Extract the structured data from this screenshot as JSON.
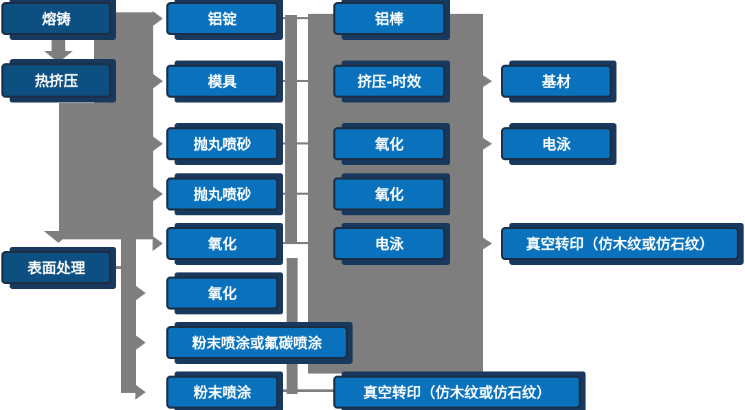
{
  "colors": {
    "background": "#ffffff",
    "node_fill": "#0a72bd",
    "node_fill_dark": "#0c4f80",
    "node_border": "#1a2e45",
    "node_shadow": "#18395d",
    "node_text": "#ffffff",
    "connector_gray": "#7e7e7e"
  },
  "nodes": {
    "melt_cast": {
      "label": "熔铸"
    },
    "hot_extrusion": {
      "label": "热挤压"
    },
    "surface_treatment": {
      "label": "表面处理"
    },
    "al_ingot": {
      "label": "铝锭"
    },
    "die": {
      "label": "模具"
    },
    "shot_blast_1": {
      "label": "抛丸喷砂"
    },
    "shot_blast_2": {
      "label": "抛丸喷砂"
    },
    "oxidation_a": {
      "label": "氧化"
    },
    "oxidation_b": {
      "label": "氧化"
    },
    "powder_or_fluorocarbon": {
      "label": "粉末喷涂或氟碳喷涂"
    },
    "powder": {
      "label": "粉末喷涂"
    },
    "al_rod": {
      "label": "铝棒"
    },
    "extrusion_aging": {
      "label": "挤压-时效"
    },
    "oxidation_c": {
      "label": "氧化"
    },
    "oxidation_d": {
      "label": "氧化"
    },
    "electrophoresis_a": {
      "label": "电泳"
    },
    "vacuum_transfer_bottom": {
      "label": "真空转印（仿木纹或仿石纹）"
    },
    "base_material": {
      "label": "基材"
    },
    "electrophoresis_b": {
      "label": "电泳"
    },
    "vacuum_transfer_right": {
      "label": "真空转印（仿木纹或仿石纹）"
    }
  }
}
